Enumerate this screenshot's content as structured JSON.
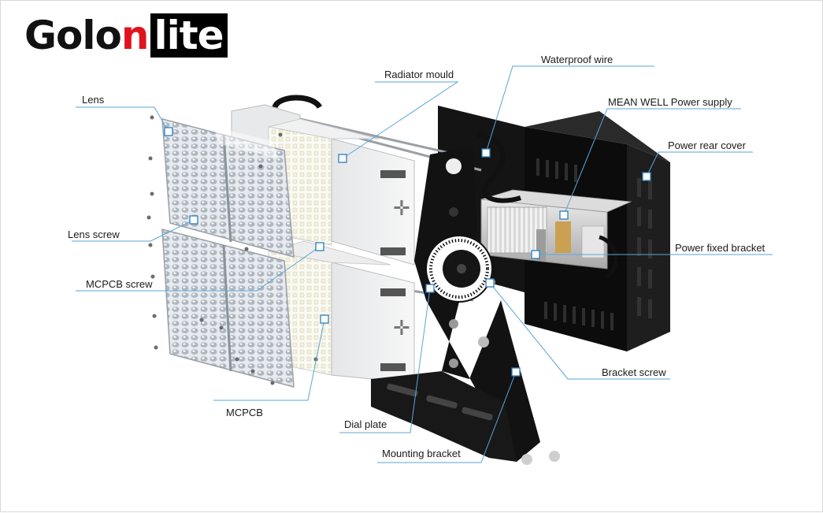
{
  "logo": {
    "part1": "Golo",
    "part2": "n",
    "part3": "lite"
  },
  "labels": {
    "lens": "Lens",
    "lens_screw": "Lens screw",
    "mcpcb_screw": "MCPCB screw",
    "mcpcb": "MCPCB",
    "radiator_mould": "Radiator mould",
    "waterproof_wire": "Waterproof wire",
    "mean_well": "MEAN WELL Power supply",
    "power_rear_cover": "Power rear cover",
    "power_fixed_bracket": "Power fixed bracket",
    "bracket_screw": "Bracket screw",
    "dial_plate": "Dial plate",
    "mounting_bracket": "Mounting bracket"
  },
  "colors": {
    "leader": "#5aa6d6",
    "marker": "#2a7fc0",
    "brand_red": "#e0141e"
  }
}
